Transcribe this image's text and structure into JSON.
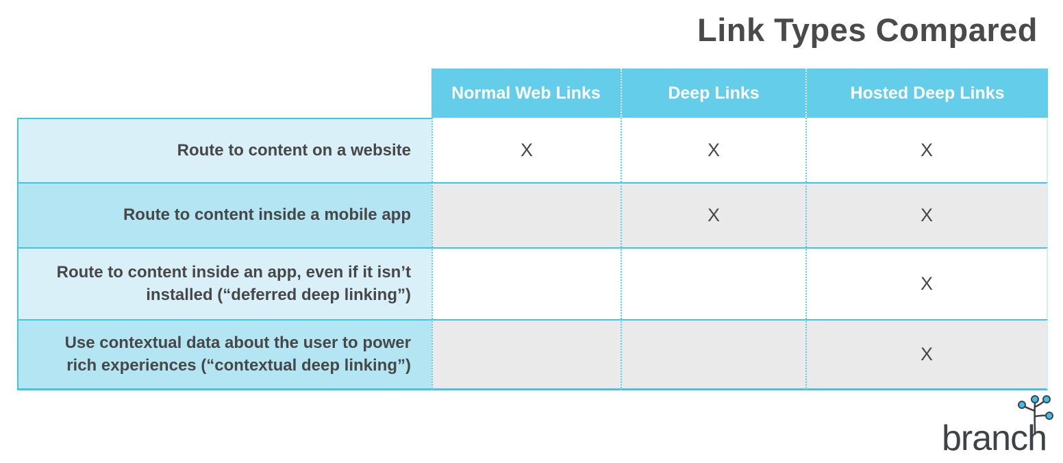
{
  "title": "Link Types Compared",
  "chart_data": {
    "type": "table",
    "title": "Link Types Compared",
    "columns": [
      "Normal Web Links",
      "Deep Links",
      "Hosted Deep Links"
    ],
    "rows": [
      {
        "label": "Route to content on a website",
        "cells": [
          "X",
          "X",
          "X"
        ]
      },
      {
        "label": "Route to content inside a mobile app",
        "cells": [
          "",
          "X",
          "X"
        ]
      },
      {
        "label": "Route to content inside an app, even if it isn’t installed (“deferred deep linking”)",
        "cells": [
          "",
          "",
          "X"
        ]
      },
      {
        "label": "Use contextual data about the user to power rich experiences (“contextual deep linking”)",
        "cells": [
          "",
          "",
          "X"
        ]
      }
    ],
    "mark_symbol": "X",
    "legend_position": "none",
    "grid": "dotted-column-separators, solid-row-separators"
  },
  "colors": {
    "header_blue": "#64cde9",
    "row_label_light": "#d9f0f9",
    "row_label_medium": "#b3e5f2",
    "data_cell_gray": "#eaeaea",
    "data_cell_white": "#ffffff",
    "border_cyan": "#3fc4e7",
    "text_dark": "#474747",
    "logo_dot_blue": "#3ec1e8"
  },
  "logo": {
    "text": "branch",
    "icon": "branch-sprout-icon"
  }
}
